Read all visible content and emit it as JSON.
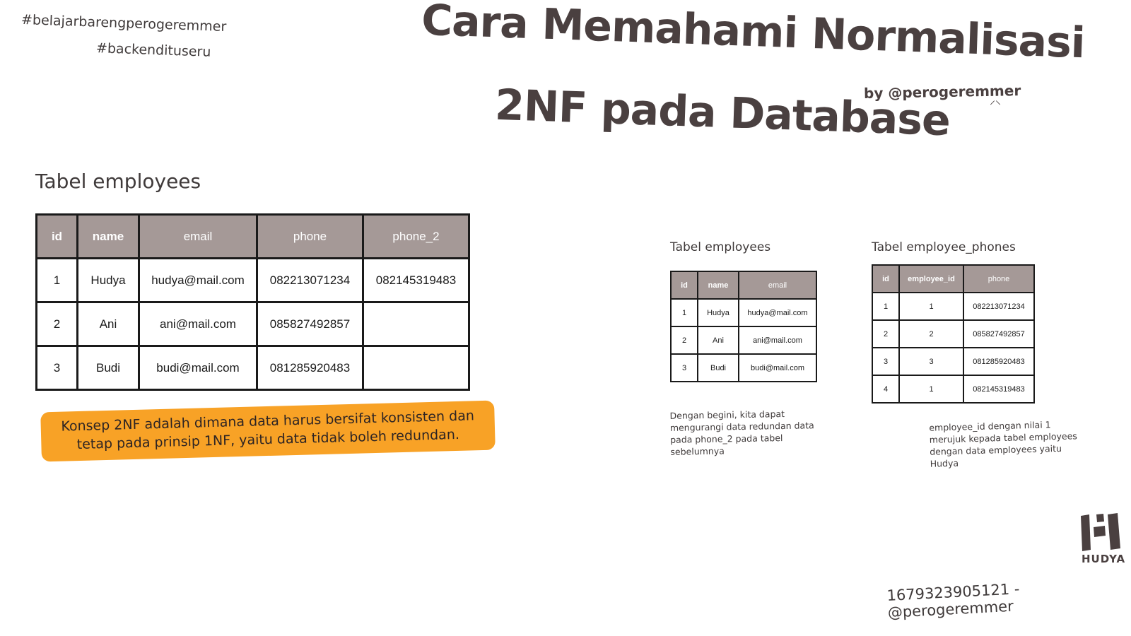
{
  "hashtags": [
    "#belajarbarengperogeremmer",
    "#backendituseru"
  ],
  "title": {
    "line1": "Cara Memahami Normalisasi",
    "line2": "2NF pada Database",
    "byline": "by @perogeremmer"
  },
  "main_table": {
    "label": "Tabel employees",
    "headers": [
      "id",
      "name",
      "email",
      "phone",
      "phone_2"
    ],
    "rows": [
      [
        "1",
        "Hudya",
        "hudya@mail.com",
        "082213071234",
        "082145319483"
      ],
      [
        "2",
        "Ani",
        "ani@mail.com",
        "085827492857",
        ""
      ],
      [
        "3",
        "Budi",
        "budi@mail.com",
        "081285920483",
        ""
      ]
    ]
  },
  "callout": "Konsep 2NF adalah dimana data  harus bersifat konsisten dan tetap pada prinsip 1NF, yaitu data tidak boleh redundan.",
  "employees_table": {
    "label": "Tabel employees",
    "headers": [
      "id",
      "name",
      "email"
    ],
    "rows": [
      [
        "1",
        "Hudya",
        "hudya@mail.com"
      ],
      [
        "2",
        "Ani",
        "ani@mail.com"
      ],
      [
        "3",
        "Budi",
        "budi@mail.com"
      ]
    ],
    "note": "Dengan begini, kita dapat mengurangi data redundan data pada phone_2 pada tabel sebelumnya"
  },
  "phones_table": {
    "label": "Tabel employee_phones",
    "headers": [
      "id",
      "employee_id",
      "phone"
    ],
    "rows": [
      [
        "1",
        "1",
        "082213071234"
      ],
      [
        "2",
        "2",
        "085827492857"
      ],
      [
        "3",
        "3",
        "081285920483"
      ],
      [
        "4",
        "1",
        "082145319483"
      ]
    ],
    "note": "employee_id dengan nilai 1 merujuk kepada tabel employees dengan data employees yaitu Hudya"
  },
  "logo": {
    "text": "HUDYA",
    "icon": "hudya-logo-icon"
  },
  "footer": "1679323905121 - @perogeremmer",
  "colors": {
    "header_bg": "#a59997",
    "callout_bg": "#f8a226",
    "ink": "#3f3a3a"
  }
}
